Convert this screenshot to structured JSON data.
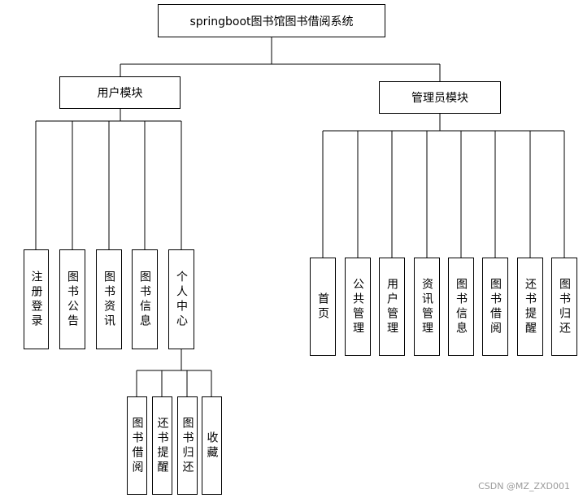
{
  "root": {
    "label": "springboot图书馆图书借阅系统"
  },
  "user_module": {
    "label": "用户模块",
    "children": [
      "注册登录",
      "图书公告",
      "图书资讯",
      "图书信息",
      "个人中心"
    ],
    "personal_center_children": [
      "图书借阅",
      "还书提醒",
      "图书归还",
      "收藏"
    ]
  },
  "admin_module": {
    "label": "管理员模块",
    "children": [
      "首页",
      "公共管理",
      "用户管理",
      "资讯管理",
      "图书信息",
      "图书借阅",
      "还书提醒",
      "图书归还"
    ]
  },
  "watermark": "CSDN @MZ_ZXD001"
}
